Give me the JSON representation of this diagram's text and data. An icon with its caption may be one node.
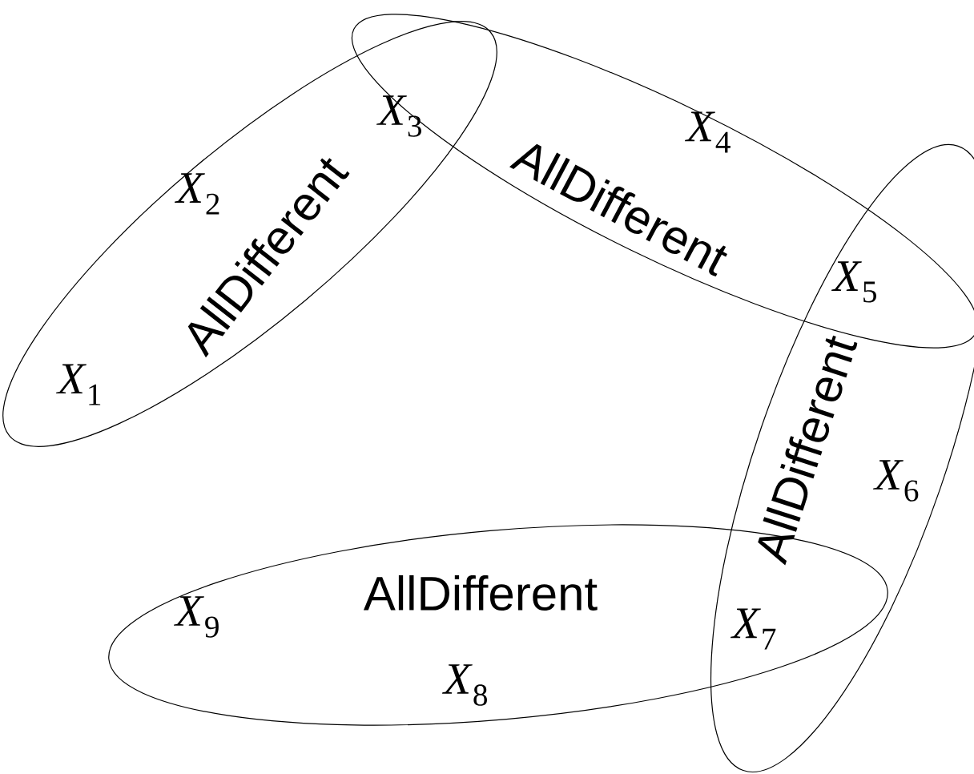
{
  "diagram": {
    "nodes": [
      {
        "text": [
          "AllDifferent"
        ]
      },
      {
        "text": [
          "AllDifferent"
        ]
      },
      {
        "text": [
          "AllDifferent"
        ]
      },
      {
        "text": [
          "AllDifferent"
        ]
      }
    ],
    "labels": [
      "*X*$_{1}$",
      "*X*$_{2}$",
      "*X*$_{3}$",
      "*X*$_{4}$",
      "*X*$_{5}$",
      "*X*$_{6}$",
      "*X*$_{7}$",
      "*X*$_{8}$",
      "*X*$_{9}$"
    ]
  }
}
